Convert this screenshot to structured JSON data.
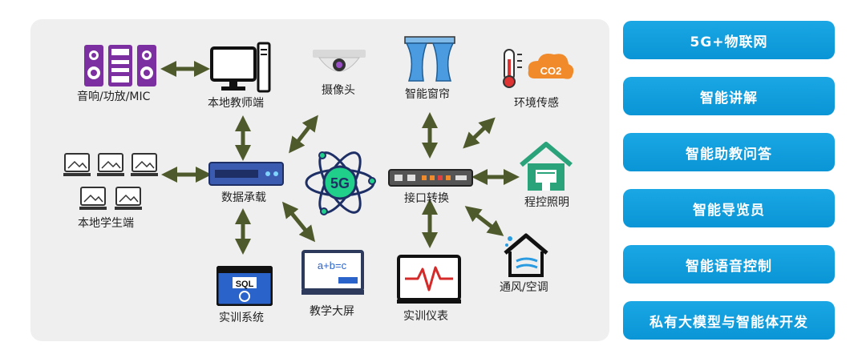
{
  "nodes": {
    "audio": "音响/功放/MIC",
    "teacher": "本地教师端",
    "camera": "摄像头",
    "curtain": "智能窗帘",
    "env": "环境传感",
    "data": "数据承载",
    "hub": "5G",
    "co2": "CO2",
    "interface": "接口转换",
    "lighting": "程控照明",
    "students": "本地学生端",
    "training_sys": "实训系统",
    "screen": "教学大屏",
    "screen_formula": "a+b=c",
    "sql": "SQL",
    "instrument": "实训仪表",
    "hvac": "通风/空调"
  },
  "features": [
    "5G+物联网",
    "智能讲解",
    "智能助教问答",
    "智能导览员",
    "智能语音控制",
    "私有大模型与智能体开发"
  ],
  "colors": {
    "arrow": "#4f5a2c",
    "button": "#0a95d6",
    "panel": "#efefef",
    "purple": "#7b2fa0",
    "device": "#3a5bb0"
  }
}
